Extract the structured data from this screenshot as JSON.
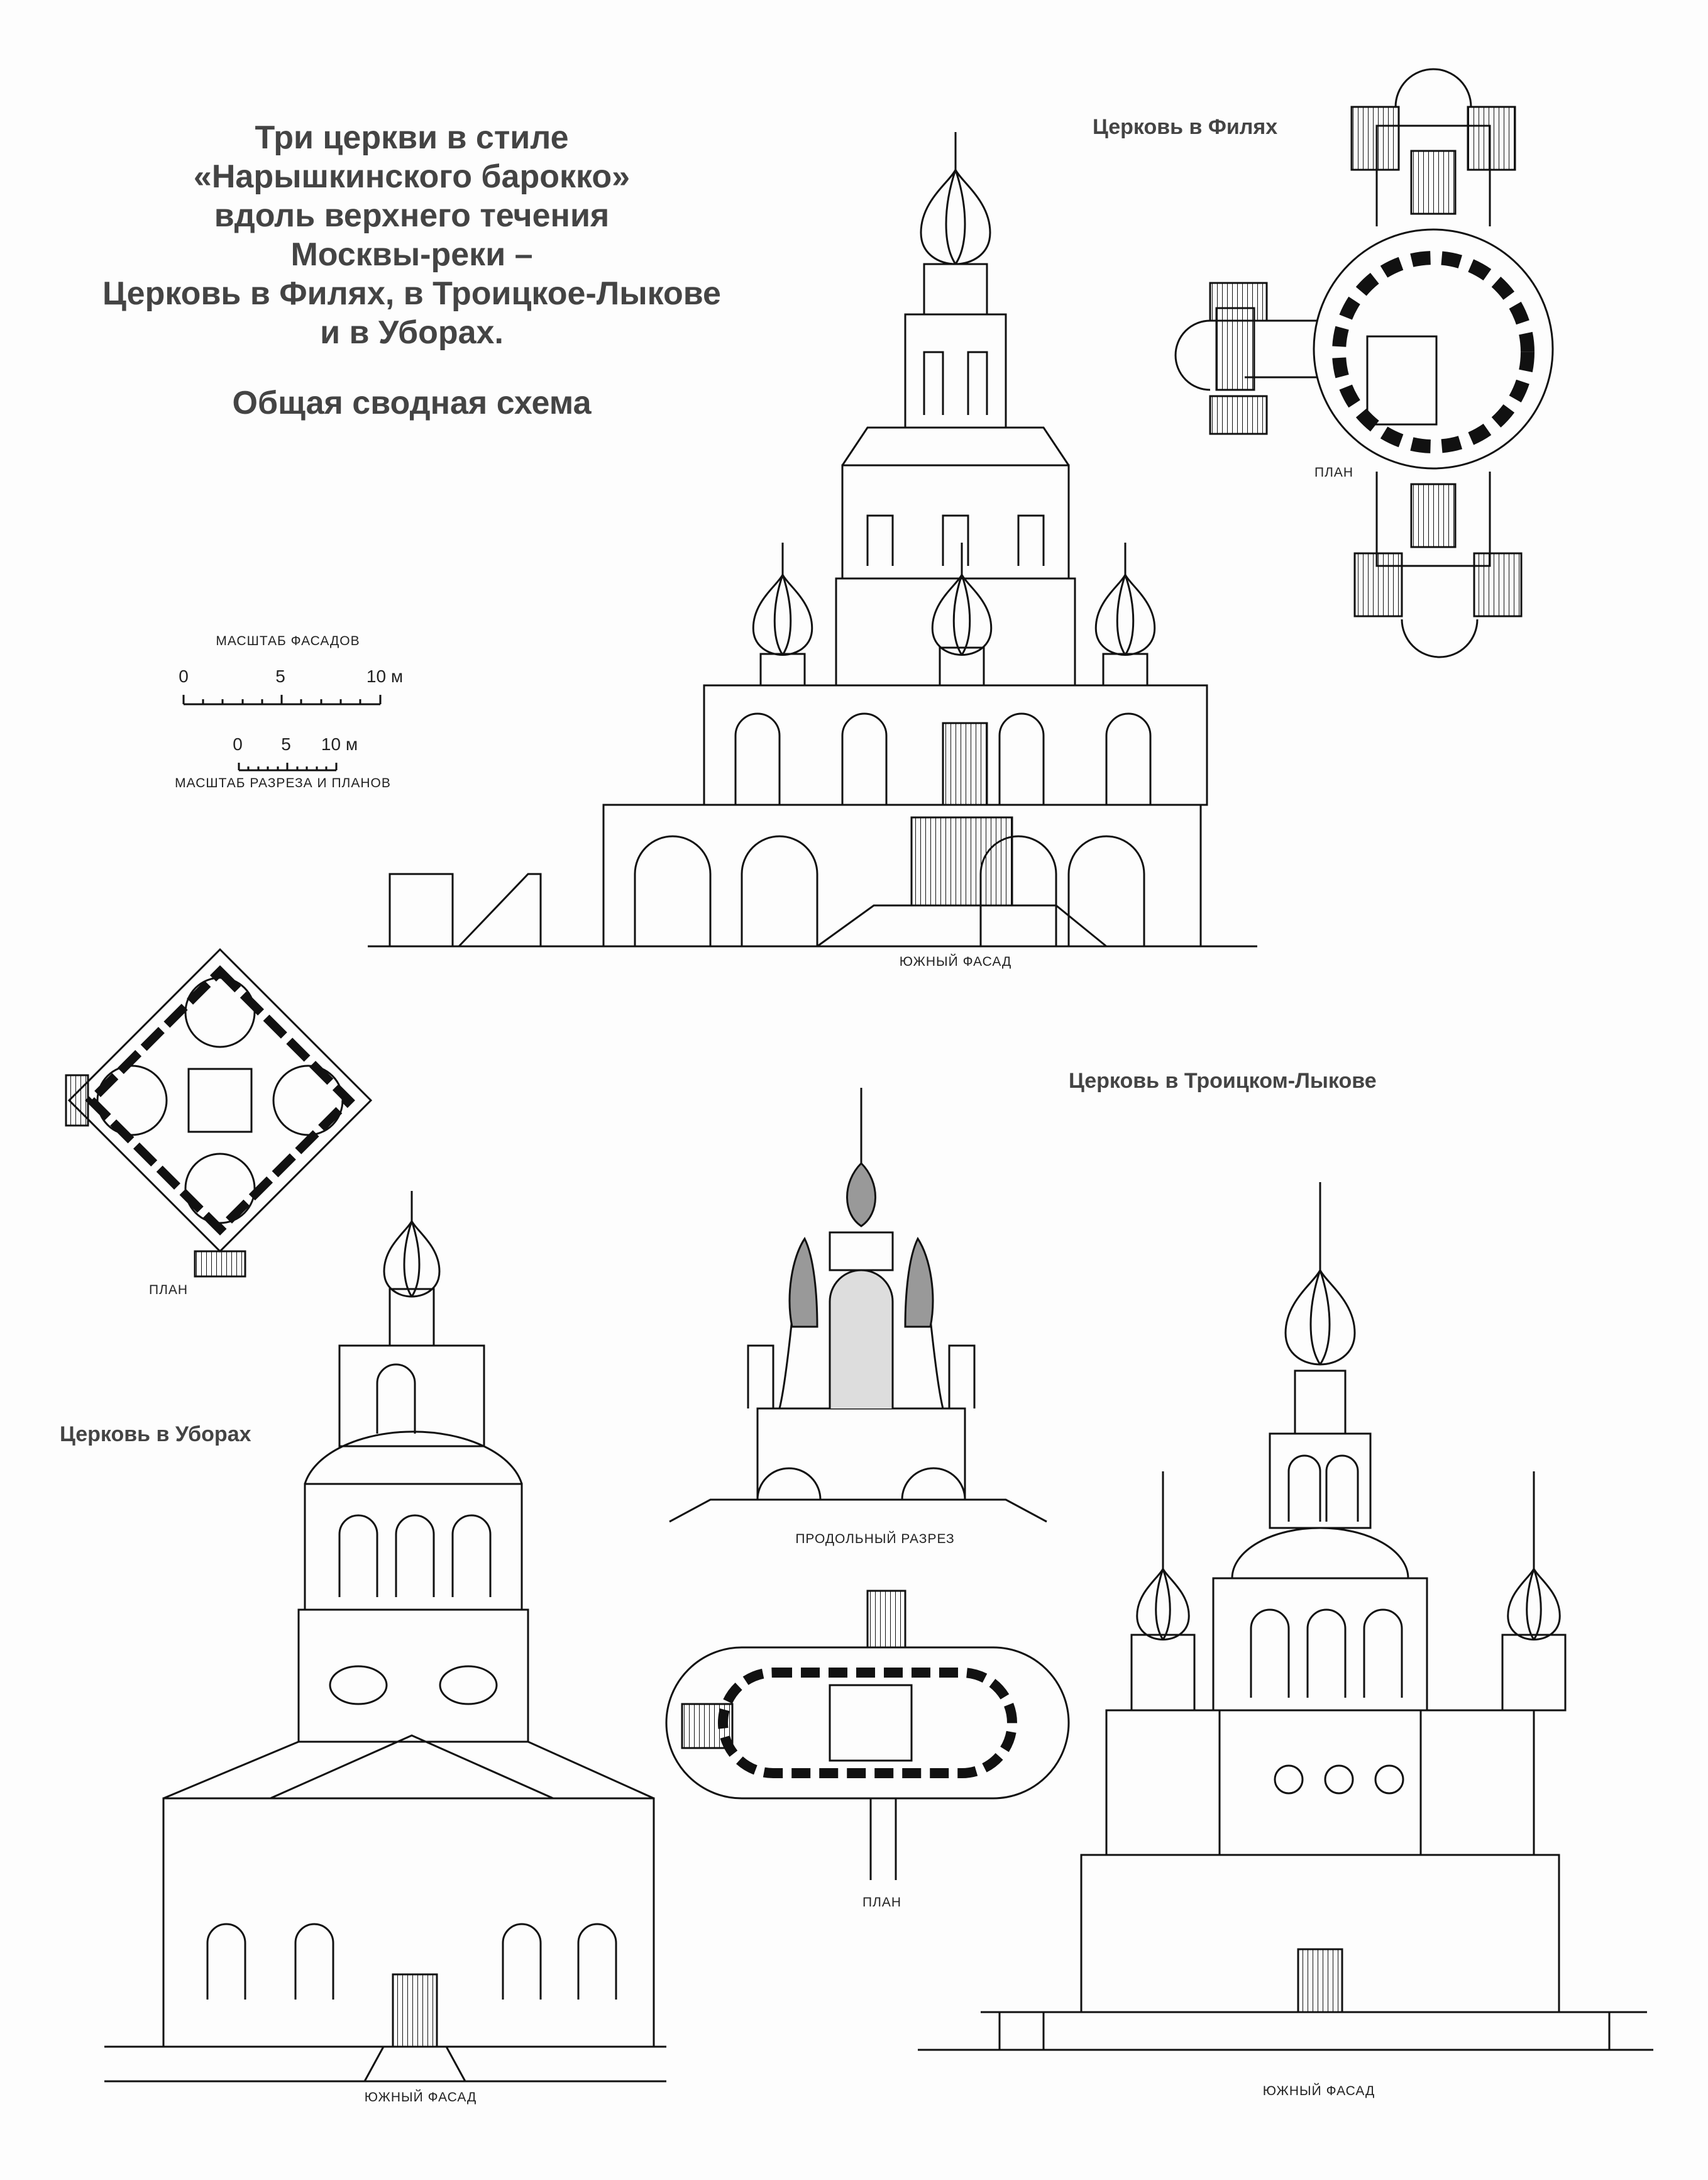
{
  "title": {
    "lines": [
      "Три церкви в стиле",
      "«Нарышкинского барокко»",
      "вдоль верхнего течения",
      "Москвы-реки –",
      "Церковь в Филях, в Троицкое-Лыкове",
      "и в Уборах."
    ],
    "subtitle": "Общая сводная схема"
  },
  "scales": {
    "facades": {
      "label": "МАСШТАБ ФАСАДОВ",
      "ticks": [
        "0",
        "5",
        "10 м"
      ]
    },
    "plans": {
      "label": "МАСШТАБ РАЗРЕЗА И ПЛАНОВ",
      "ticks": [
        "0",
        "5",
        "10 м"
      ]
    }
  },
  "churches": {
    "fili": {
      "caption": "Церковь в Филях",
      "facade_label": "ЮЖНЫЙ ФАСАД",
      "plan_label": "ПЛАН"
    },
    "lykovo": {
      "caption": "Церковь в Троицком-Лыкове",
      "plan_label": "ПЛАН",
      "section_label": "ПРОДОЛЬНЫЙ РАЗРЕЗ",
      "plan2_label": "ПЛАН",
      "facade_label": "ЮЖНЫЙ  ФАСАД"
    },
    "ubory": {
      "caption": "Церковь в Уборах",
      "facade_label": "ЮЖНЫЙ ФАСАД"
    }
  }
}
